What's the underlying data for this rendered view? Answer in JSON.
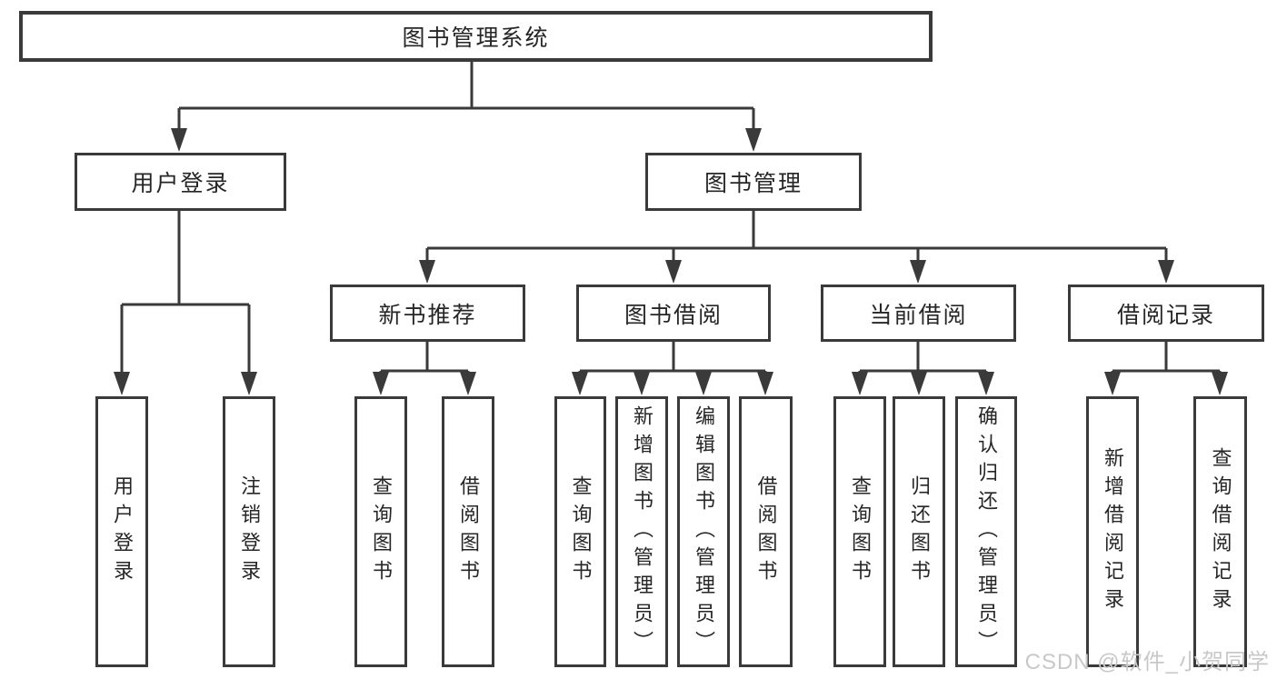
{
  "diagram": {
    "type": "tree",
    "root": "图书管理系统",
    "branches": [
      {
        "label": "用户登录",
        "children": [
          {
            "label": "用户登录"
          },
          {
            "label": "注销登录"
          }
        ]
      },
      {
        "label": "图书管理",
        "children": [
          {
            "label": "新书推荐",
            "children": [
              {
                "label": "查询图书"
              },
              {
                "label": "借阅图书"
              }
            ]
          },
          {
            "label": "图书借阅",
            "children": [
              {
                "label": "查询图书"
              },
              {
                "label": "新增图书（管理员）"
              },
              {
                "label": "编辑图书（管理员）"
              },
              {
                "label": "借阅图书"
              }
            ]
          },
          {
            "label": "当前借阅",
            "children": [
              {
                "label": "查询图书"
              },
              {
                "label": "归还图书"
              },
              {
                "label": "确认归还（管理员）"
              }
            ]
          },
          {
            "label": "借阅记录",
            "children": [
              {
                "label": "新增借阅记录"
              },
              {
                "label": "查询借阅记录"
              }
            ]
          }
        ]
      }
    ]
  },
  "watermark": "CSDN @软件_小贺同学",
  "colors": {
    "line": "#3a3a3a",
    "text": "#262626",
    "watermark": "#c8c8c8",
    "background": "#ffffff"
  }
}
